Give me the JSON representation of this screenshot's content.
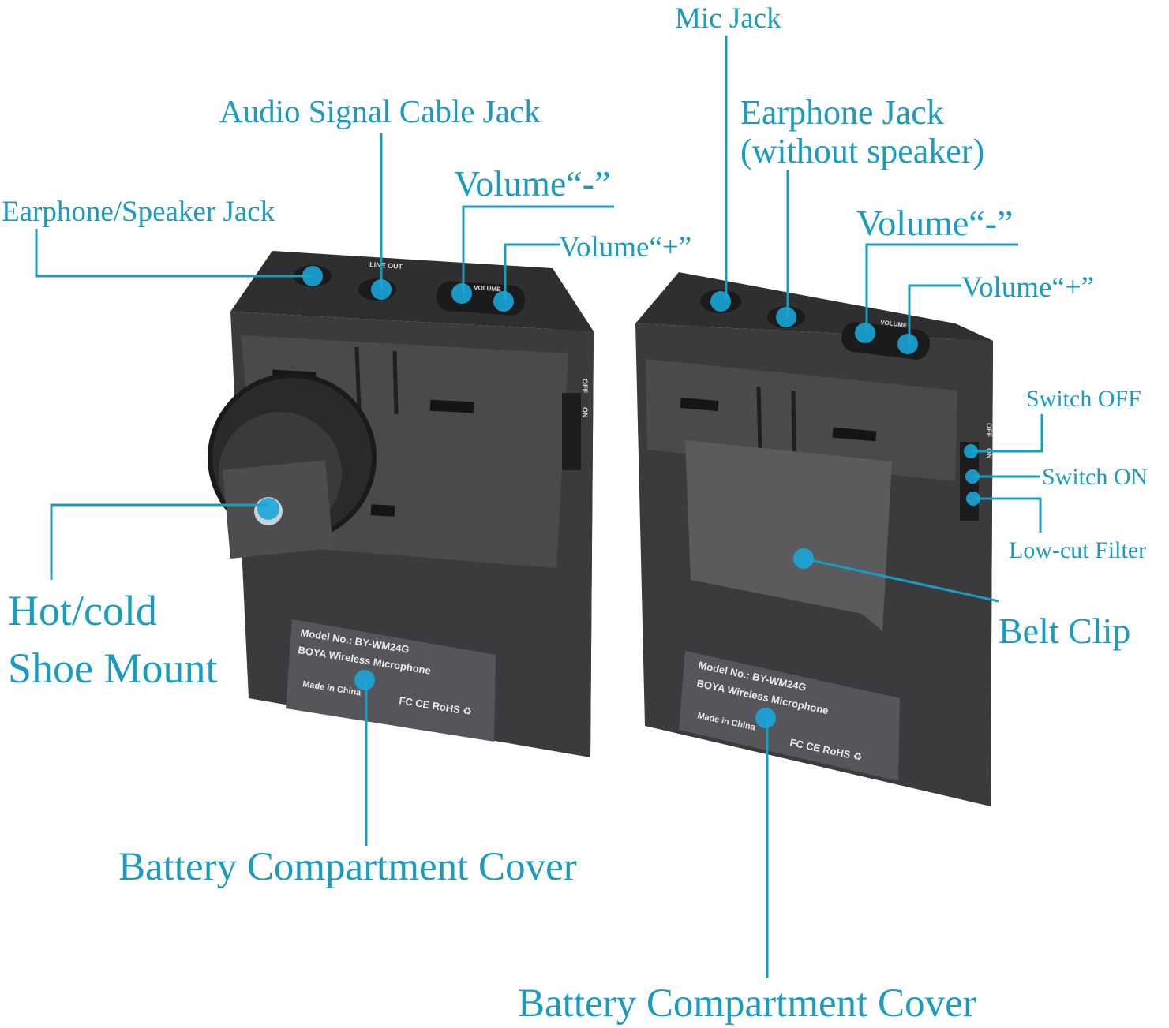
{
  "callouts": {
    "earphone_speaker_jack": "Earphone/Speaker Jack",
    "audio_signal_cable_jack": "Audio Signal Cable Jack",
    "volume_minus_left": "Volume“-”",
    "volume_plus_left": "Volume“+”",
    "mic_jack": "Mic Jack",
    "earphone_jack_line1": "Earphone Jack",
    "earphone_jack_line2": "(without speaker)",
    "volume_minus_right": "Volume“-”",
    "volume_plus_right": "Volume“+”",
    "switch_off": "Switch OFF",
    "switch_on": "Switch ON",
    "low_cut_filter": "Low-cut Filter",
    "hot_cold_line1": "Hot/cold",
    "hot_cold_line2": "Shoe Mount",
    "belt_clip": "Belt Clip",
    "battery_cover_left": "Battery Compartment Cover",
    "battery_cover_right": "Battery Compartment Cover"
  },
  "device_markings": {
    "line_out": "LINE OUT",
    "volume_left": "VOLUME",
    "volume_right": "VOLUME",
    "switch_off": "OFF",
    "switch_on": "ON"
  },
  "label_plate": {
    "model": "Model No.:  BY-WM24G",
    "brand": "BOYA Wireless Microphone",
    "origin": "Made in China",
    "certs": "FC  CE  RoHS  ♻"
  },
  "colors": {
    "callout": "#1a9bc0",
    "device_body": "#3b3b3e",
    "highlight_dot": "#1aa6d9"
  }
}
